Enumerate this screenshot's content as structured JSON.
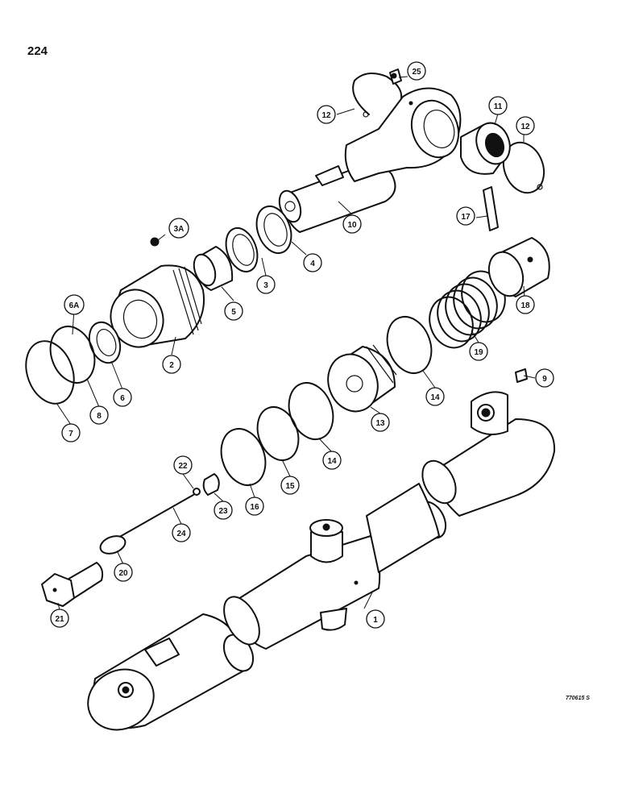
{
  "page": {
    "number": "224",
    "figure_code": "770615 S"
  },
  "callouts": [
    {
      "id": "c1",
      "label": "1"
    },
    {
      "id": "c2",
      "label": "2"
    },
    {
      "id": "c3",
      "label": "3"
    },
    {
      "id": "c3a",
      "label": "3A"
    },
    {
      "id": "c4",
      "label": "4"
    },
    {
      "id": "c5",
      "label": "5"
    },
    {
      "id": "c6",
      "label": "6"
    },
    {
      "id": "c6a",
      "label": "6A"
    },
    {
      "id": "c7",
      "label": "7"
    },
    {
      "id": "c8",
      "label": "8"
    },
    {
      "id": "c9",
      "label": "9"
    },
    {
      "id": "c10",
      "label": "10"
    },
    {
      "id": "c11",
      "label": "11"
    },
    {
      "id": "c12a",
      "label": "12"
    },
    {
      "id": "c12b",
      "label": "12"
    },
    {
      "id": "c13",
      "label": "13"
    },
    {
      "id": "c14a",
      "label": "14"
    },
    {
      "id": "c14b",
      "label": "14"
    },
    {
      "id": "c15",
      "label": "15"
    },
    {
      "id": "c16",
      "label": "16"
    },
    {
      "id": "c17",
      "label": "17"
    },
    {
      "id": "c18",
      "label": "18"
    },
    {
      "id": "c19",
      "label": "19"
    },
    {
      "id": "c20",
      "label": "20"
    },
    {
      "id": "c21",
      "label": "21"
    },
    {
      "id": "c22",
      "label": "22"
    },
    {
      "id": "c23",
      "label": "23"
    },
    {
      "id": "c24",
      "label": "24"
    },
    {
      "id": "c25",
      "label": "25"
    }
  ]
}
